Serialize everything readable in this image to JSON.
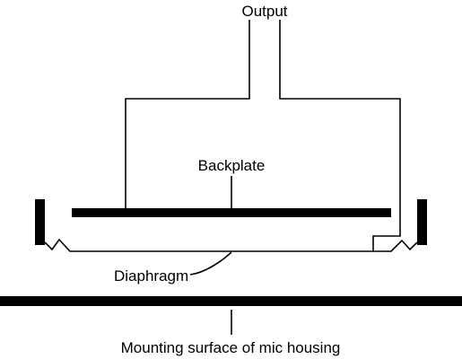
{
  "labels": {
    "output": "Output",
    "backplate": "Backplate",
    "diaphragm": "Diaphragm",
    "mounting_surface": "Mounting surface of mic housing"
  },
  "colors": {
    "ink": "#000000",
    "background": "#ffffff"
  }
}
